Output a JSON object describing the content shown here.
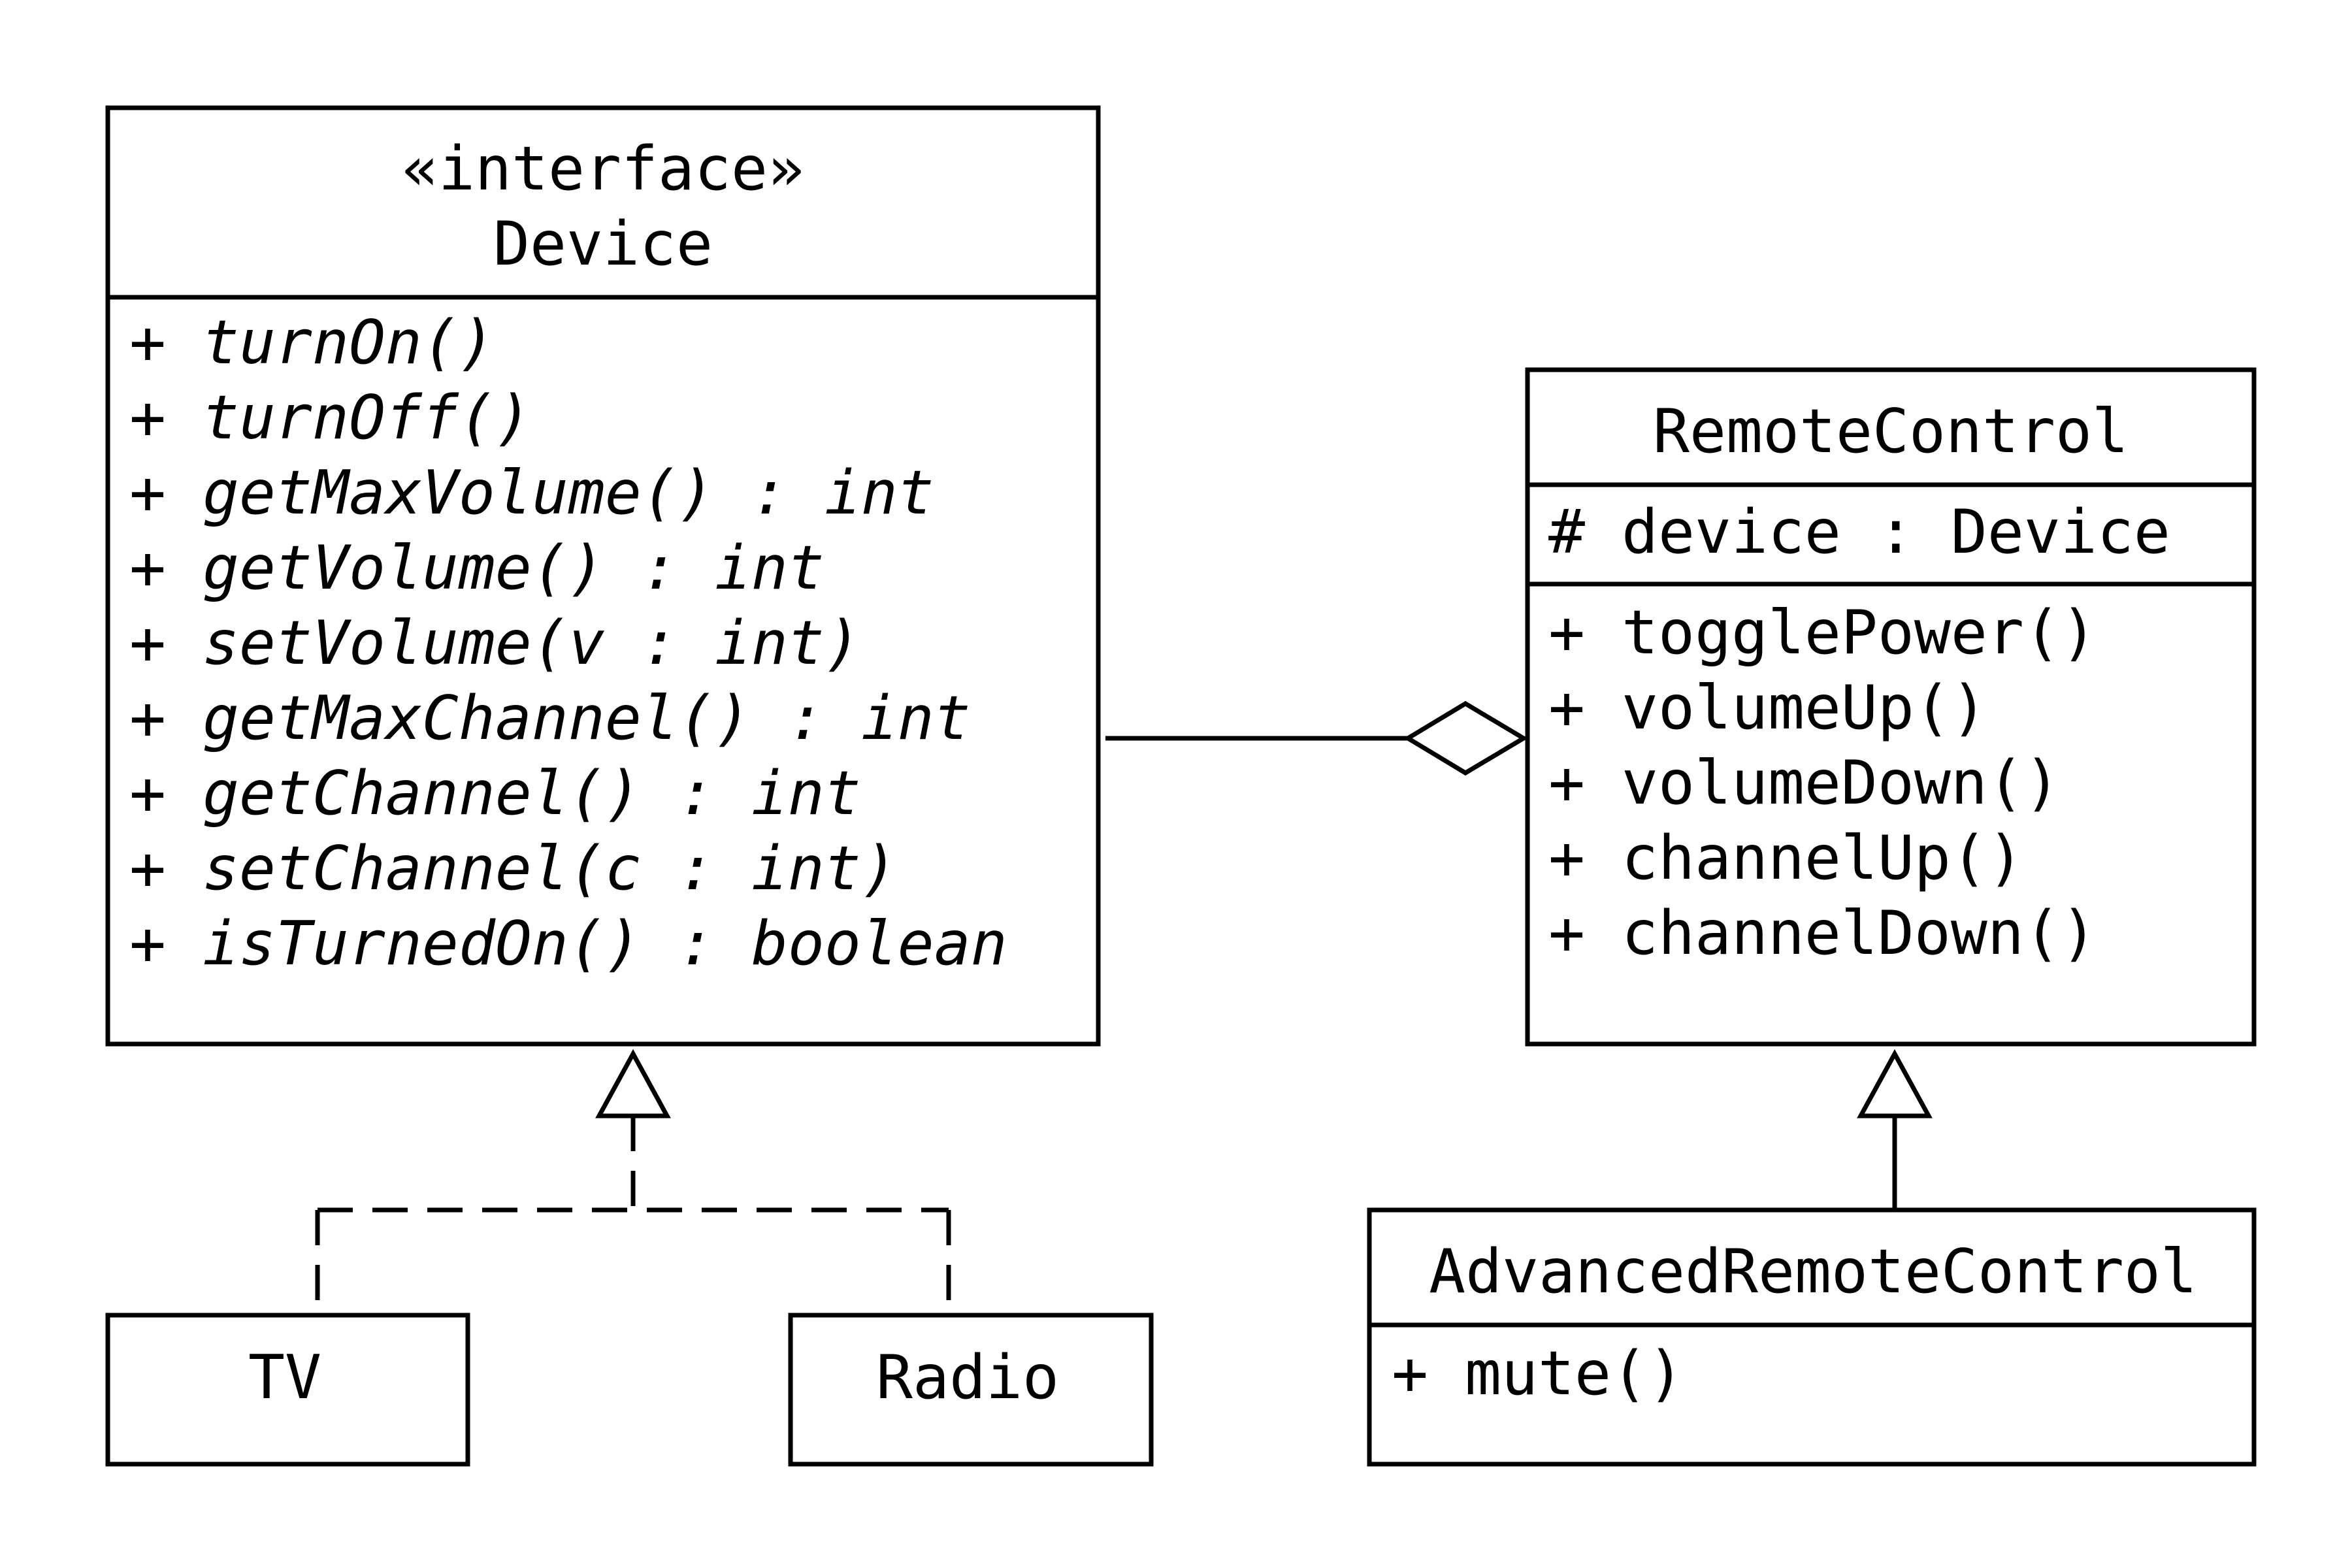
{
  "classes": {
    "device": {
      "stereotype": "«interface»",
      "name": "Device",
      "methods": [
        "+ turnOn()",
        "+ turnOff()",
        "+ getMaxVolume() : int",
        "+ getVolume() : int",
        "+ setVolume(v : int)",
        "+ getMaxChannel() : int",
        "+ getChannel() : int",
        "+ setChannel(c : int)",
        "+ isTurnedOn() : boolean"
      ],
      "methods_abstract": true
    },
    "remote_control": {
      "name": "RemoteControl",
      "attributes": [
        "# device : Device"
      ],
      "methods": [
        "+ togglePower()",
        "+ volumeUp()",
        "+ volumeDown()",
        "+ channelUp()",
        "+ channelDown()"
      ]
    },
    "tv": {
      "name": "TV"
    },
    "radio": {
      "name": "Radio"
    },
    "advanced_remote_control": {
      "name": "AdvancedRemoteControl",
      "methods": [
        "+ mute()"
      ]
    }
  },
  "relationships": [
    {
      "type": "aggregation",
      "from": "RemoteControl",
      "to": "Device",
      "diamond_at": "RemoteControl"
    },
    {
      "type": "realization",
      "from": "TV",
      "to": "Device"
    },
    {
      "type": "realization",
      "from": "Radio",
      "to": "Device"
    },
    {
      "type": "inheritance",
      "from": "AdvancedRemoteControl",
      "to": "RemoteControl"
    }
  ]
}
